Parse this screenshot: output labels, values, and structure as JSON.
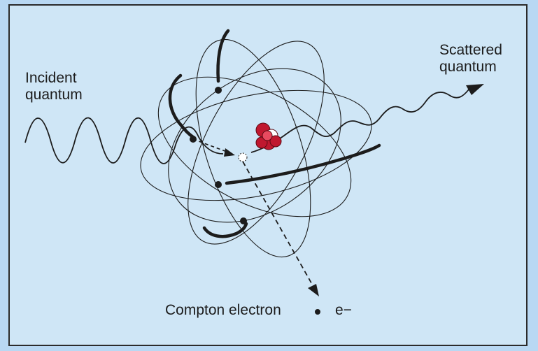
{
  "labels": {
    "incident_line1": "Incident",
    "incident_line2": "quantum",
    "scattered_line1": "Scattered",
    "scattered_line2": "quantum",
    "compton": "Compton electron",
    "electron_symbol": "e−"
  },
  "colors": {
    "background": "#b9d8f3",
    "panel": "#cfe6f6",
    "ink": "#1c1c1c",
    "nucleus": "#c0182f"
  }
}
